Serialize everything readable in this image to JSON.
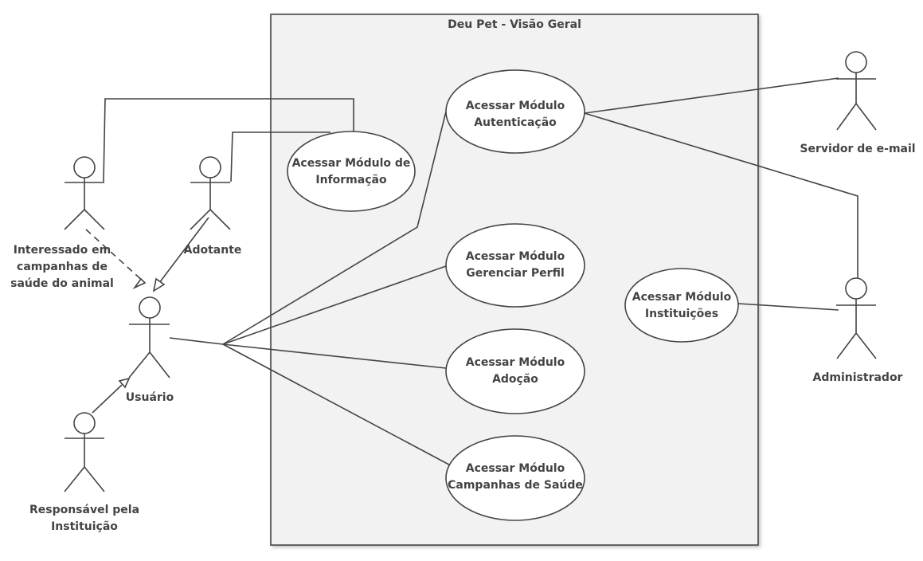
{
  "system": {
    "title": "Deu Pet - Visão Geral"
  },
  "use_cases": {
    "info": {
      "lines": [
        "Acessar Módulo de",
        "Informação"
      ]
    },
    "auth": {
      "lines": [
        "Acessar Módulo",
        "Autenticação"
      ]
    },
    "profile": {
      "lines": [
        "Acessar Módulo",
        "Gerenciar Perfil"
      ]
    },
    "adoption": {
      "lines": [
        "Acessar Módulo",
        "Adoção"
      ]
    },
    "campaigns": {
      "lines": [
        "Acessar Módulo",
        "Campanhas de Saúde"
      ]
    },
    "institutions": {
      "lines": [
        "Acessar Módulo",
        "Instituições"
      ]
    }
  },
  "actors": {
    "interested": {
      "lines": [
        "Interessado em",
        "campanhas de",
        "saúde do animal"
      ]
    },
    "adopter": {
      "lines": [
        "Adotante"
      ]
    },
    "user": {
      "lines": [
        "Usuário"
      ]
    },
    "responsible": {
      "lines": [
        "Responsável pela",
        "Instituição"
      ]
    },
    "email_server": {
      "lines": [
        "Servidor de e-mail"
      ]
    },
    "admin": {
      "lines": [
        "Administrador"
      ]
    }
  },
  "colors": {
    "stroke": "#444444",
    "system_fill": "#f2f2f2",
    "ellipse_fill": "#ffffff",
    "text": "#444444"
  }
}
